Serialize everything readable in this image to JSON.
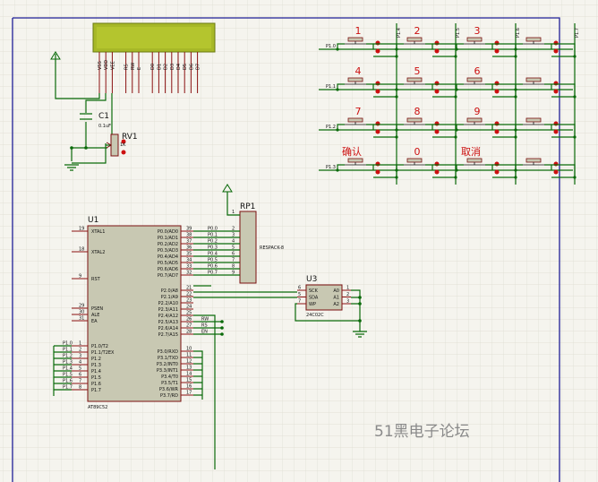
{
  "watermark": "51黑电子论坛",
  "lcd": {
    "pins": [
      "VSS",
      "VDD",
      "VEE",
      "RS",
      "RW",
      "E",
      "D0",
      "D1",
      "D2",
      "D3",
      "D4",
      "D5",
      "D6",
      "D7"
    ]
  },
  "cap": {
    "ref": "C1",
    "value": "0.1uF"
  },
  "pot": {
    "ref": "RV1",
    "value": "1K"
  },
  "rp": {
    "ref": "RP1",
    "part": "RESPACK-8"
  },
  "u1": {
    "ref": "U1",
    "part": "AT89C52",
    "left_pins": [
      {
        "num": "19",
        "label": "XTAL1"
      },
      {
        "num": "18",
        "label": "XTAL2"
      },
      {
        "num": "9",
        "label": "RST"
      },
      {
        "num": "29",
        "label": "PSEN"
      },
      {
        "num": "30",
        "label": "ALE"
      },
      {
        "num": "31",
        "label": "EA"
      },
      {
        "num": "1",
        "label": "P1.0/T2"
      },
      {
        "num": "2",
        "label": "P1.1/T2EX"
      },
      {
        "num": "3",
        "label": "P1.2"
      },
      {
        "num": "4",
        "label": "P1.3"
      },
      {
        "num": "5",
        "label": "P1.4"
      },
      {
        "num": "6",
        "label": "P1.5"
      },
      {
        "num": "7",
        "label": "P1.6"
      },
      {
        "num": "8",
        "label": "P1.7"
      }
    ],
    "p0_pins": [
      {
        "num": "39",
        "label": "P0.0/AD0",
        "net": "P0.0"
      },
      {
        "num": "38",
        "label": "P0.1/AD1",
        "net": "P0.1"
      },
      {
        "num": "37",
        "label": "P0.2/AD2",
        "net": "P0.2"
      },
      {
        "num": "36",
        "label": "P0.3/AD3",
        "net": "P0.3"
      },
      {
        "num": "35",
        "label": "P0.4/AD4",
        "net": "P0.4"
      },
      {
        "num": "34",
        "label": "P0.5/AD5",
        "net": "P0.5"
      },
      {
        "num": "33",
        "label": "P0.6/AD6",
        "net": "P0.6"
      },
      {
        "num": "32",
        "label": "P0.7/AD7",
        "net": "P0.7"
      }
    ],
    "p2_pins": [
      {
        "num": "21",
        "label": "P2.0/A8"
      },
      {
        "num": "22",
        "label": "P2.1/A9"
      },
      {
        "num": "23",
        "label": "P2.2/A10"
      },
      {
        "num": "24",
        "label": "P2.3/A11"
      },
      {
        "num": "25",
        "label": "P2.4/A12"
      },
      {
        "num": "26",
        "label": "P2.5/A13"
      },
      {
        "num": "27",
        "label": "P2.6/A14"
      },
      {
        "num": "28",
        "label": "P2.7/A15"
      }
    ],
    "p3_pins": [
      {
        "num": "10",
        "label": "P3.0/RXD"
      },
      {
        "num": "11",
        "label": "P3.1/TXD"
      },
      {
        "num": "12",
        "label": "P3.2/INT0"
      },
      {
        "num": "13",
        "label": "P3.3/INT1"
      },
      {
        "num": "14",
        "label": "P3.4/T0"
      },
      {
        "num": "15",
        "label": "P3.5/T1"
      },
      {
        "num": "16",
        "label": "P3.6/WR"
      },
      {
        "num": "17",
        "label": "P3.7/RD"
      }
    ],
    "p1_nets": [
      "P1.0",
      "P1.1",
      "P1.2",
      "P1.3",
      "P1.4",
      "P1.5",
      "P1.6",
      "P1.7"
    ],
    "p2_nets": [
      "RW",
      "RS",
      "EN"
    ]
  },
  "u3": {
    "ref": "U3",
    "part": "24C02C",
    "left_pins": [
      {
        "num": "6",
        "label": "SCK"
      },
      {
        "num": "5",
        "label": "SDA"
      },
      {
        "num": "7",
        "label": "WP"
      }
    ],
    "right_pins": [
      {
        "num": "1",
        "label": "A0"
      },
      {
        "num": "2",
        "label": "A1"
      },
      {
        "num": "3",
        "label": "A2"
      }
    ]
  },
  "keypad": {
    "rows": [
      "P1.0",
      "P1.1",
      "P1.2",
      "P1.3"
    ],
    "cols": [
      "P1.4",
      "P1.5",
      "P1.6",
      "P1.7"
    ],
    "keys": [
      [
        "1",
        "2",
        "3",
        ""
      ],
      [
        "4",
        "5",
        "6",
        ""
      ],
      [
        "7",
        "8",
        "9",
        ""
      ],
      [
        "确认",
        "0",
        "取消",
        ""
      ]
    ]
  }
}
